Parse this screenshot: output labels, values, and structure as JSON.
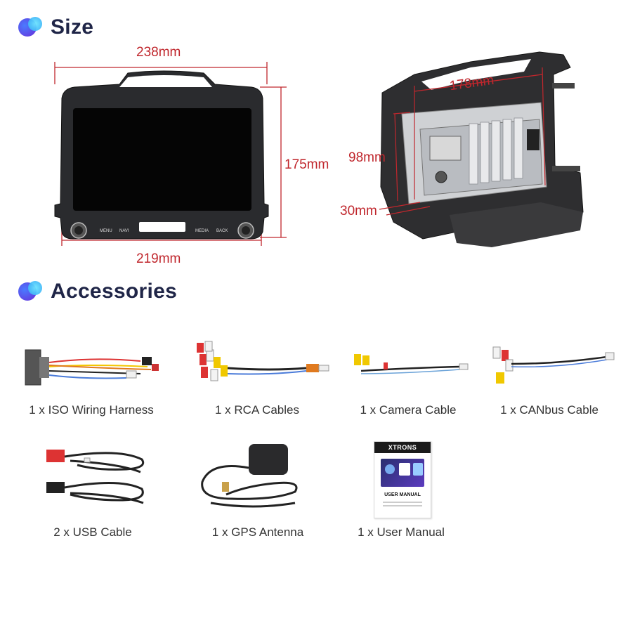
{
  "sections": {
    "size_title": "Size",
    "accessories_title": "Accessories"
  },
  "front_view": {
    "width_top": "238mm",
    "height_right": "175mm",
    "width_bottom": "219mm",
    "buttons": [
      "MENU",
      "NAVI",
      "MEDIA",
      "BACK"
    ]
  },
  "back_view": {
    "width": "178mm",
    "height": "98mm",
    "depth": "30mm"
  },
  "accessories": [
    {
      "label": "1 x ISO Wiring Harness"
    },
    {
      "label": "1 x RCA Cables"
    },
    {
      "label": "1 x Camera Cable"
    },
    {
      "label": "1 x CANbus Cable"
    },
    {
      "label": "2 x USB Cable"
    },
    {
      "label": "1 x GPS Antenna"
    },
    {
      "label": "1 x User Manual"
    }
  ],
  "manual": {
    "brand": "XTRONS",
    "title": "USER MANUAL"
  },
  "colors": {
    "accent_red": "#c0272d",
    "title_navy": "#1f2547"
  }
}
